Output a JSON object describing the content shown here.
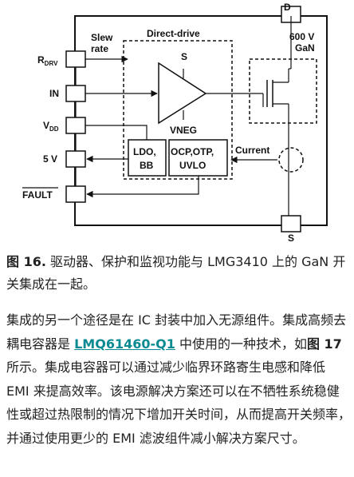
{
  "figure": {
    "labels": {
      "d_pin": "D",
      "slew_rate_line1": "Slew",
      "slew_rate_line2": "rate",
      "direct_drive": "Direct-drive",
      "gan_line1": "600 V",
      "gan_line2": "GaN",
      "r_main": "R",
      "r_sub": "DRV",
      "s_top": "S",
      "in_pin": "IN",
      "vdd_main": "V",
      "vdd_sub": "DD",
      "vneg": "VNEG",
      "five_v": "5 V",
      "ldo_line1": "LDO,",
      "ldo_line2": "BB",
      "ocp_line1": "OCP,OTP,",
      "ocp_line2": "UVLO",
      "current": "Current",
      "fault": "FAULT",
      "s_bottom": "S"
    }
  },
  "caption": {
    "number": "图 16.",
    "text": " 驱动器、保护和监视功能与 LMG3410 上的 GaN 开关集成在一起。"
  },
  "body": {
    "part1": "集成的另一个途径是在 IC 封装中加入无源组件。集成高频去耦电容器是 ",
    "link": "LMQ61460-Q1",
    "part2": " 中使用的一种技术，如",
    "fig_ref": "图 17",
    "part3": " 所示。集成电容器可以通过减少临界环路寄生电感和降低 EMI 来提高效率。该电源解决方案还可以在不牺牲系统稳健性或超过热限制的情况下增加开关时间，从而提高开关频率，并通过使用更少的 EMI 滤波组件减小解决方案尺寸。"
  }
}
